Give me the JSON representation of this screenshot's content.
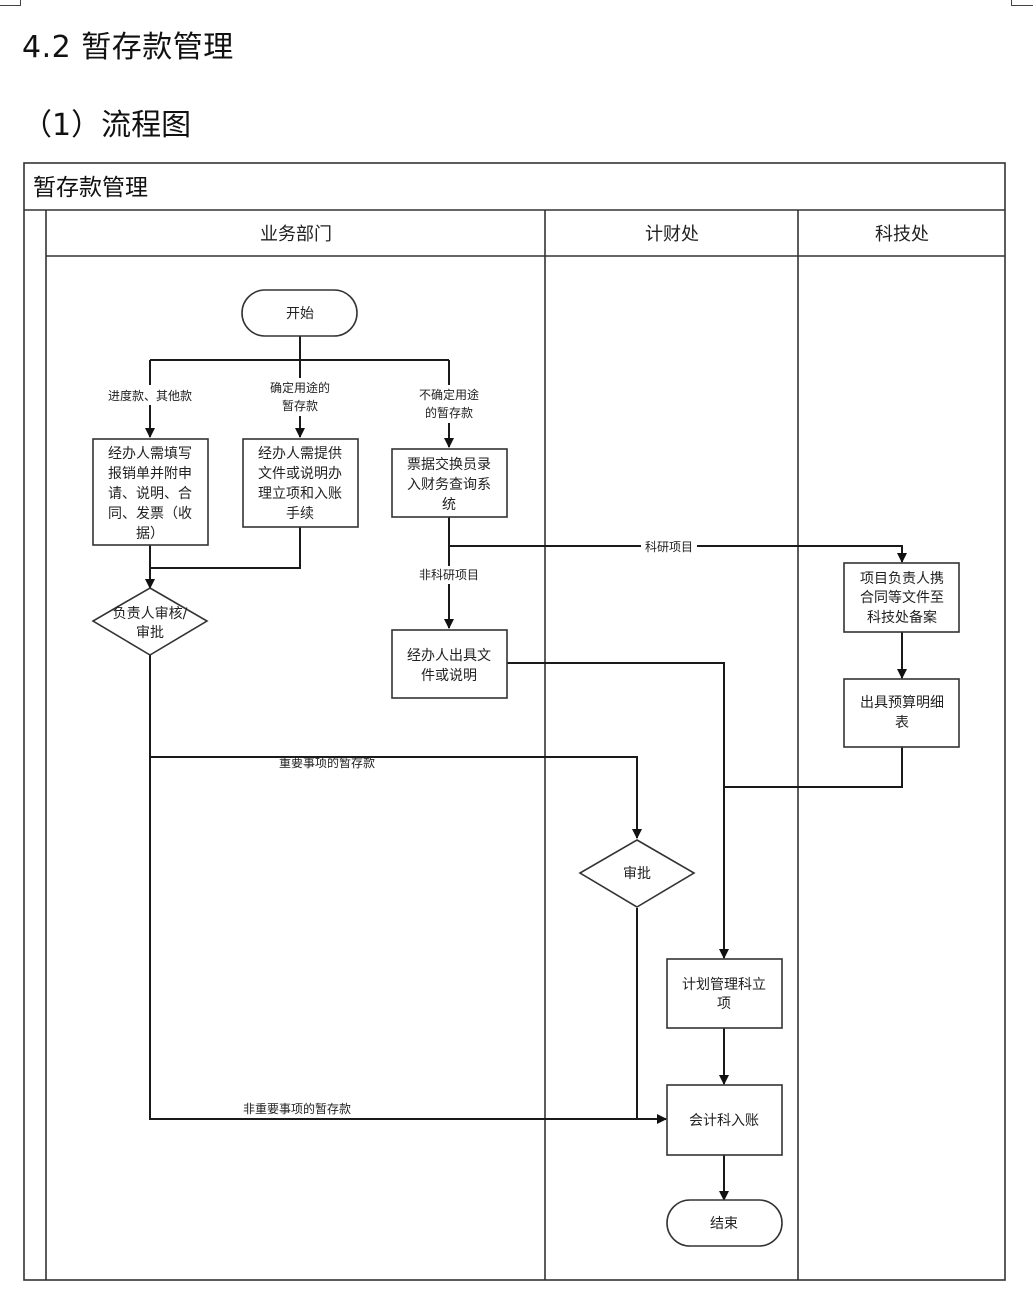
{
  "document": {
    "section_title": "4.2  暂存款管理",
    "sub_title": "（1）流程图"
  },
  "diagram": {
    "pool_title": "暂存款管理",
    "lanes": [
      {
        "id": "business",
        "label": "业务部门"
      },
      {
        "id": "finance",
        "label": "计财处"
      },
      {
        "id": "tech",
        "label": "科技处"
      }
    ],
    "nodes": [
      {
        "id": "start",
        "type": "terminator",
        "lane": "business",
        "lines": [
          "开始"
        ]
      },
      {
        "id": "fill_form",
        "type": "process",
        "lane": "business",
        "lines": [
          "经办人需填写",
          "报销单并附申",
          "请、说明、合",
          "同、发票（收",
          "据）"
        ]
      },
      {
        "id": "provide_docs",
        "type": "process",
        "lane": "business",
        "lines": [
          "经办人需提供",
          "文件或说明办",
          "理立项和入账",
          "手续"
        ]
      },
      {
        "id": "ticket_entry",
        "type": "process",
        "lane": "business",
        "lines": [
          "票据交换员录",
          "入财务查询系",
          "统"
        ]
      },
      {
        "id": "manager_review",
        "type": "decision",
        "lane": "business",
        "lines": [
          "负责人审核/",
          "审批"
        ]
      },
      {
        "id": "issue_docs",
        "type": "process",
        "lane": "business",
        "lines": [
          "经办人出具文",
          "件或说明"
        ]
      },
      {
        "id": "pi_file",
        "type": "process",
        "lane": "tech",
        "lines": [
          "项目负责人携",
          "合同等文件至",
          "科技处备案"
        ]
      },
      {
        "id": "budget",
        "type": "process",
        "lane": "tech",
        "lines": [
          "出具预算明细",
          "表"
        ]
      },
      {
        "id": "approve",
        "type": "decision",
        "lane": "finance",
        "lines": [
          "审批"
        ]
      },
      {
        "id": "plan_project",
        "type": "process",
        "lane": "finance",
        "lines": [
          "计划管理科立",
          "项"
        ]
      },
      {
        "id": "accounting",
        "type": "process",
        "lane": "finance",
        "lines": [
          "会计科入账"
        ]
      },
      {
        "id": "end",
        "type": "terminator",
        "lane": "finance",
        "lines": [
          "结束"
        ]
      }
    ],
    "edges": [
      {
        "id": "e1",
        "from": "start",
        "to": "fill_form",
        "label": [
          "进度款、其他款"
        ]
      },
      {
        "id": "e2",
        "from": "start",
        "to": "provide_docs",
        "label": [
          "确定用途的",
          "暂存款"
        ]
      },
      {
        "id": "e3",
        "from": "start",
        "to": "ticket_entry",
        "label": [
          "不确定用途",
          "的暂存款"
        ]
      },
      {
        "id": "e4",
        "from": "fill_form",
        "to": "manager_review",
        "label": []
      },
      {
        "id": "e5",
        "from": "provide_docs",
        "to": "manager_review",
        "label": []
      },
      {
        "id": "e6",
        "from": "ticket_entry",
        "to": "pi_file",
        "label": [
          "科研项目"
        ]
      },
      {
        "id": "e7",
        "from": "ticket_entry",
        "to": "issue_docs",
        "label": [
          "非科研项目"
        ]
      },
      {
        "id": "e8",
        "from": "manager_review",
        "to": "approve",
        "label": [
          "重要事项的暂存款"
        ]
      },
      {
        "id": "e9",
        "from": "manager_review",
        "to": "accounting",
        "label": [
          "非重要事项的暂存款"
        ]
      },
      {
        "id": "e10",
        "from": "pi_file",
        "to": "budget",
        "label": []
      },
      {
        "id": "e11",
        "from": "issue_docs",
        "to": "plan_project",
        "label": []
      },
      {
        "id": "e12",
        "from": "budget",
        "to": "plan_project",
        "label": []
      },
      {
        "id": "e13",
        "from": "approve",
        "to": "accounting",
        "label": []
      },
      {
        "id": "e14",
        "from": "plan_project",
        "to": "accounting",
        "label": []
      },
      {
        "id": "e15",
        "from": "accounting",
        "to": "end",
        "label": []
      }
    ]
  }
}
